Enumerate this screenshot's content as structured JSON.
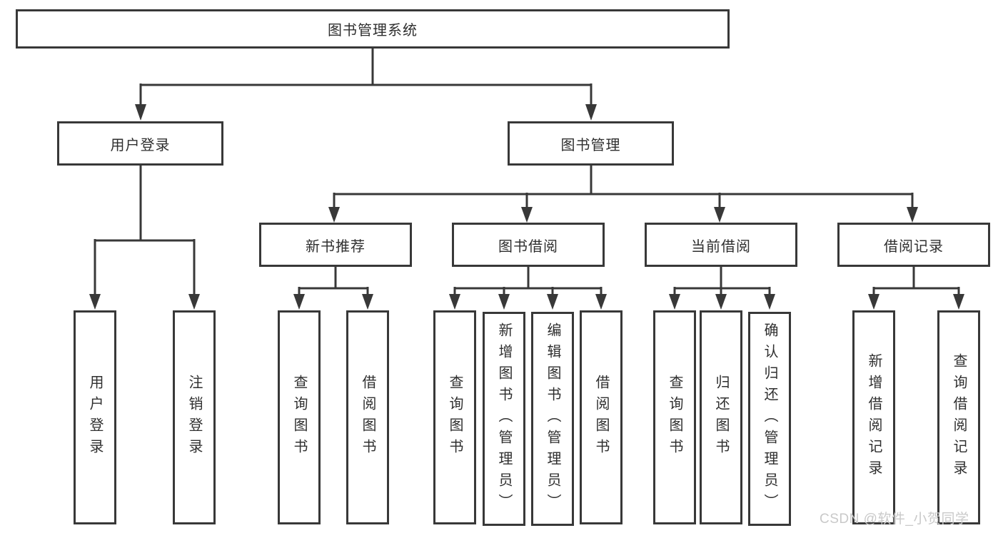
{
  "diagram_type": "hierarchy-tree",
  "tree": {
    "label": "图书管理系统",
    "children": [
      {
        "label": "用户登录",
        "children": [
          {
            "label": "用户登录"
          },
          {
            "label": "注销登录"
          }
        ]
      },
      {
        "label": "图书管理",
        "children": [
          {
            "label": "新书推荐",
            "children": [
              {
                "label": "查询图书"
              },
              {
                "label": "借阅图书"
              }
            ]
          },
          {
            "label": "图书借阅",
            "children": [
              {
                "label": "查询图书"
              },
              {
                "label": "新增图书（管理员）"
              },
              {
                "label": "编辑图书（管理员）"
              },
              {
                "label": "借阅图书"
              }
            ]
          },
          {
            "label": "当前借阅",
            "children": [
              {
                "label": "查询图书"
              },
              {
                "label": "归还图书"
              },
              {
                "label": "确认归还（管理员）"
              }
            ]
          },
          {
            "label": "借阅记录",
            "children": [
              {
                "label": "新增借阅记录"
              },
              {
                "label": "查询借阅记录"
              }
            ]
          }
        ]
      }
    ]
  },
  "watermark": {
    "text": "CSDN @软件_小贺同学"
  },
  "colors": {
    "line": "#383838",
    "box_border": "#383838",
    "text": "#2f2f2f",
    "watermark": "#c9c9c9",
    "background": "#ffffff"
  }
}
